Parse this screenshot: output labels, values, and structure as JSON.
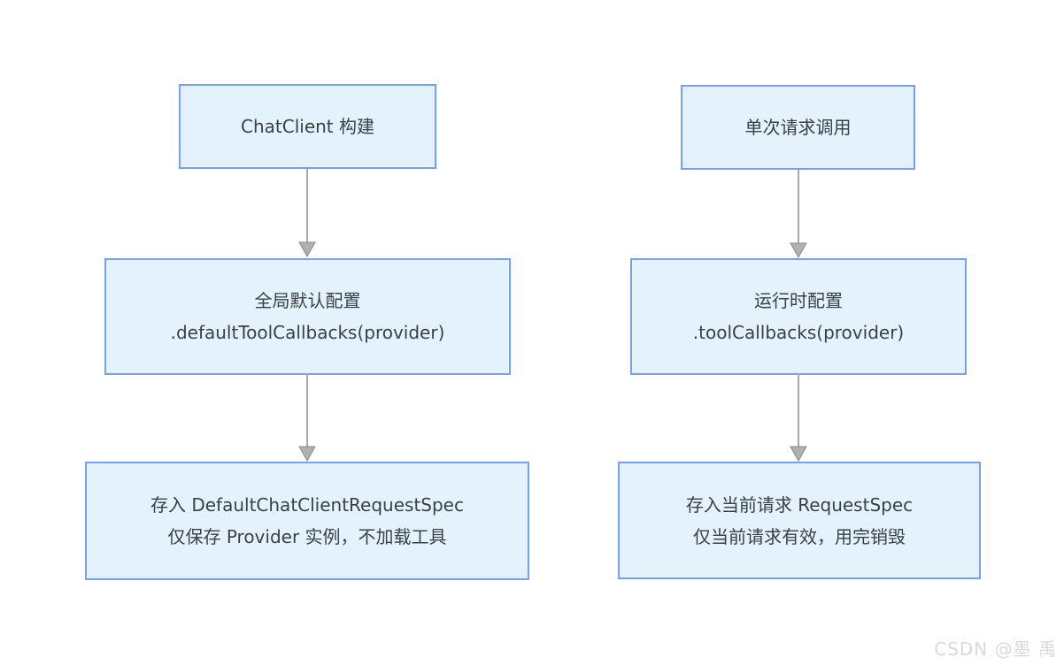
{
  "flows": [
    {
      "id": "chatclient-build",
      "nodes": [
        {
          "lines": [
            "ChatClient 构建"
          ]
        },
        {
          "lines": [
            "全局默认配置",
            ".defaultToolCallbacks(provider)"
          ]
        },
        {
          "lines": [
            "存入 DefaultChatClientRequestSpec",
            "仅保存 Provider 实例，不加载工具"
          ]
        }
      ]
    },
    {
      "id": "single-request",
      "nodes": [
        {
          "lines": [
            "单次请求调用"
          ]
        },
        {
          "lines": [
            "运行时配置",
            ".toolCallbacks(provider)"
          ]
        },
        {
          "lines": [
            "存入当前请求 RequestSpec",
            "仅当前请求有效，用完销毁"
          ]
        }
      ]
    }
  ],
  "edges": [
    {
      "from": "chatclient-build.node1",
      "to": "chatclient-build.node2",
      "style": "arrow-down"
    },
    {
      "from": "chatclient-build.node2",
      "to": "chatclient-build.node3",
      "style": "arrow-down"
    },
    {
      "from": "single-request.node1",
      "to": "single-request.node2",
      "style": "arrow-down"
    },
    {
      "from": "single-request.node2",
      "to": "single-request.node3",
      "style": "arrow-down"
    }
  ],
  "watermark": {
    "text": "CSDN @墨 禹"
  },
  "colors": {
    "node_fill": "#e3f2fc",
    "node_border": "#76a1f0",
    "node_text": "#3b4045",
    "arrow_shaft": "#a9a9a9",
    "arrow_head_fill": "#b0b0b0",
    "arrow_head_stroke": "#8b8b8b",
    "watermark": "#d9d9d9",
    "page_bg": "#ffffff"
  }
}
